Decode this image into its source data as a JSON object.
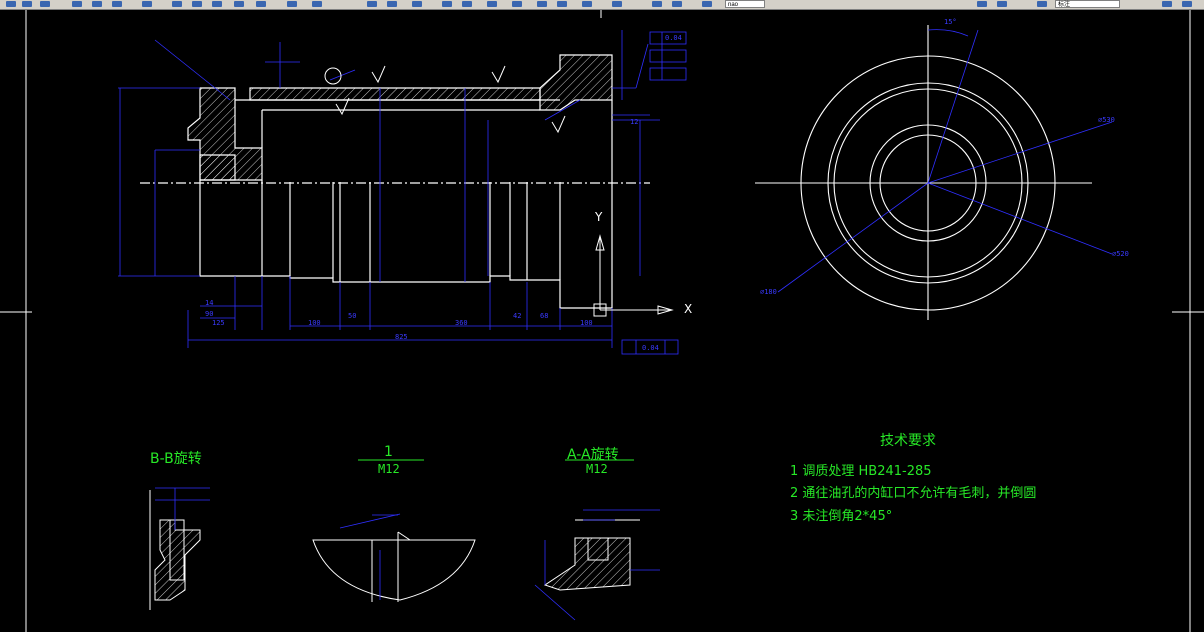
{
  "toolbar": {
    "layer_combo": "nao",
    "style_combo": "标注"
  },
  "sections": {
    "bb": "B-B旋转",
    "one_top": "1",
    "one_bottom": "M12",
    "aa_top": "A-A旋转",
    "aa_bottom": "M12"
  },
  "tech": {
    "title": "技术要求",
    "line1": "1 调质处理 HB241-285",
    "line2": "2 通往油孔的内缸口不允许有毛刺，并倒圆",
    "line3": "3 未注倒角2*45°"
  },
  "dims": {
    "d1": "100",
    "d2": "50",
    "d3": "360",
    "d4": "42",
    "d5": "68",
    "d6": "100",
    "d7": "825",
    "d8": "14",
    "d9": "125",
    "d10": "90",
    "d11": "12",
    "tol1": "0.04",
    "tol2": "0.04",
    "circ1": "⌀530",
    "circ2": "⌀520",
    "circ3": "⌀180",
    "angle": "15°"
  },
  "axes": {
    "x": "X",
    "y": "Y"
  },
  "colors": {
    "bg": "#000000",
    "line": "#ffffff",
    "dim": "#2f2fff",
    "text": "#27e827"
  }
}
